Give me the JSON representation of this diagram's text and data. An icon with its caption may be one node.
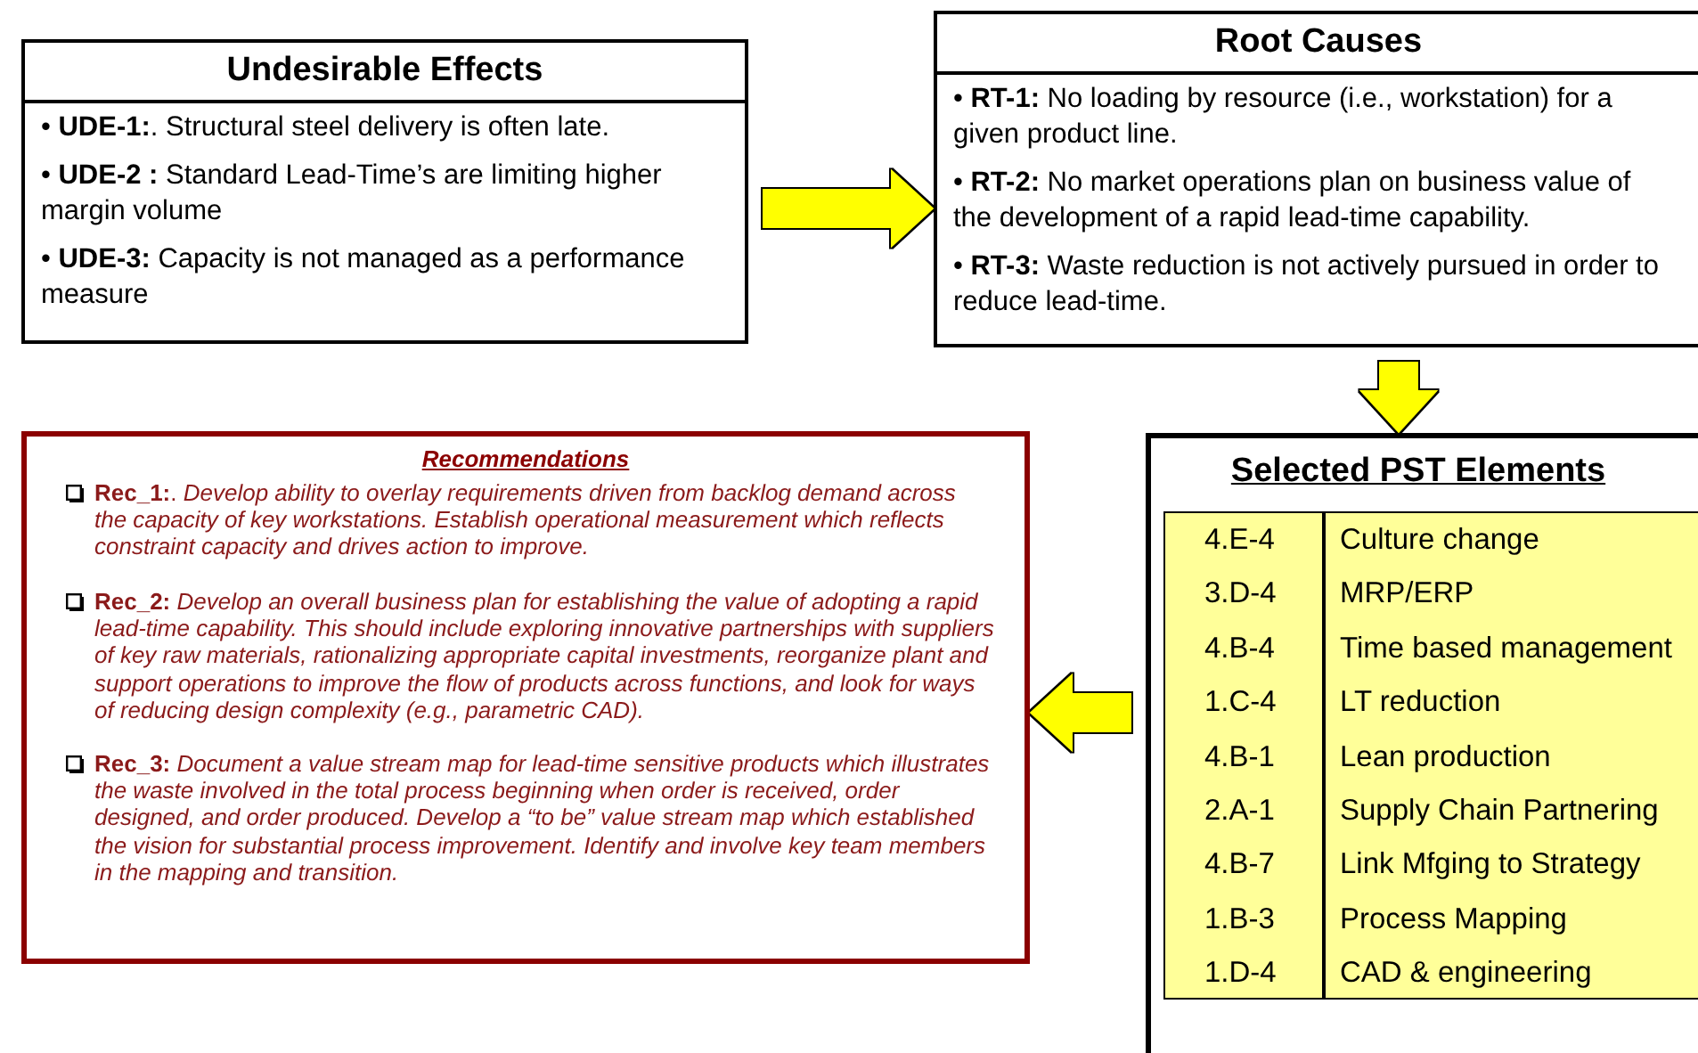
{
  "diagram": {
    "nodes": [
      {
        "text": [
          "Undesirable Effects",
          "• **UDE-1:**. Structural steel delivery is often late.",
          "• **UDE-2 :** Standard Lead-Time’s are limiting higher margin volume",
          "• **UDE-3:**  Capacity is not managed as a performance measure"
        ]
      },
      {
        "text": [
          "Root Causes",
          "• **RT-1:** No loading by resource (i.e., workstation) for a given product line.",
          "• **RT-2:** No market operations plan on business value of the development of a rapid lead-time capability.",
          "• **RT-3:** Waste reduction is not actively pursued in order to reduce lead-time."
        ]
      },
      {
        "text": [
          "Selected PST Elements"
        ]
      },
      {
        "text": [
          "Recommendations",
          "**Rec_1:**. *Develop ability to overlay requirements driven from  backlog demand across the capacity of key  workstations. Establish operational measurement which reflects constraint capacity and drives action to improve.*",
          "**Rec_2:**  *Develop an overall business plan for establishing the value of adopting a rapid lead-time capability. This should include exploring innovative partnerships with suppliers of key raw materials, rationalizing appropriate capital investments, reorganize plant and support operations to improve the flow of products across functions, and  look for ways of reducing design complexity (e.g., parametric CAD).*",
          "**Rec_3:** *Document a value stream map for lead-time sensitive products which illustrates the waste involved in the total process beginning when order is received, order designed, and order produced.  Develop a “to be” value stream map which established the vision for substantial process improvement. Identify and involve key team members in the mapping and transition.*"
        ]
      }
    ],
    "edges": [
      {
        "from": 0,
        "to": 1,
        "arrow": "to"
      },
      {
        "from": 1,
        "to": 2,
        "arrow": "to"
      },
      {
        "from": 2,
        "to": 3,
        "arrow": "to"
      }
    ],
    "labels": [
      "4.E-4",
      "Culture change",
      "3.D-4",
      "MRP/ERP",
      "4.B-4",
      "Time based management",
      "1.C-4",
      "LT reduction",
      "4.B-1",
      "Lean production",
      "2.A-1",
      "Supply Chain Partnering",
      "4.B-7",
      "Link Mfging to Strategy",
      "1.B-3",
      "Process Mapping",
      "1.D-4",
      "CAD & engineering"
    ]
  }
}
